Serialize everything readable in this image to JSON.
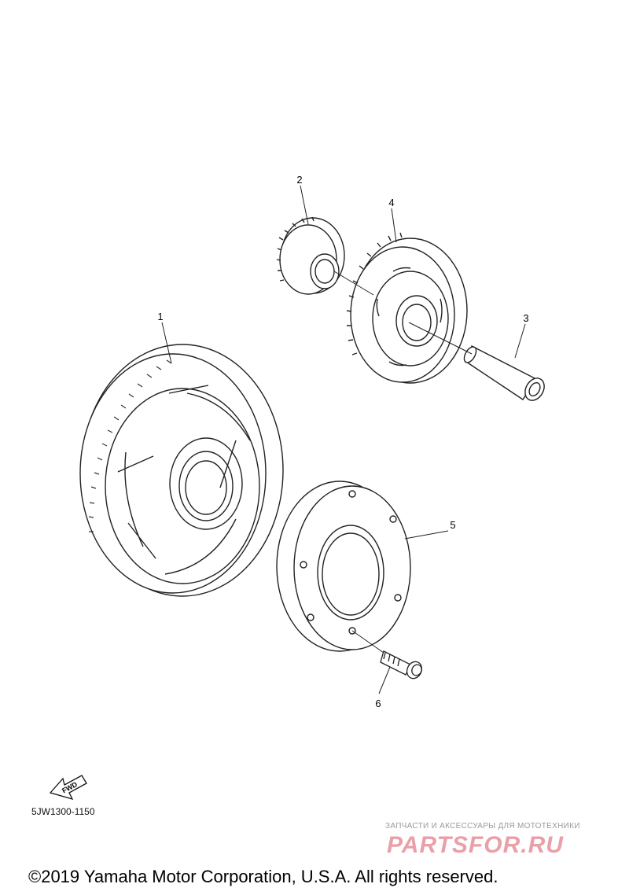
{
  "callouts": {
    "c1": "1",
    "c2": "2",
    "c3": "3",
    "c4": "4",
    "c5": "5",
    "c6": "6"
  },
  "fwd_label": "FWD",
  "diagram_code": "5JW1300-1150",
  "watermark": {
    "tagline": "ЗАПЧАСТИ И АКСЕССУАРЫ ДЛЯ МОТОТЕХНИКИ",
    "logo": "PARTSFOR.RU"
  },
  "copyright": "©2019 Yamaha Motor Corporation, U.S.A. All rights reserved."
}
